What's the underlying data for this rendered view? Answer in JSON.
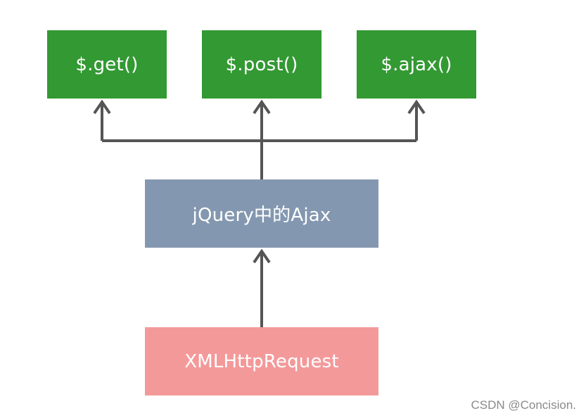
{
  "colors": {
    "green_box": "#339933",
    "jquery_box": "#8497b0",
    "xhr_box": "#f4999a",
    "arrow": "#555555",
    "box_text": "#ffffff",
    "watermark_text": "#8a8a8a"
  },
  "diagram": {
    "top_nodes": [
      {
        "label": "$.get()"
      },
      {
        "label": "$.post()"
      },
      {
        "label": "$.ajax()"
      }
    ],
    "middle_node": {
      "label": "jQuery中的Ajax"
    },
    "bottom_node": {
      "label": "XMLHttpRequest"
    },
    "edges": [
      {
        "from": "XMLHttpRequest",
        "to": "jQuery中的Ajax"
      },
      {
        "from": "jQuery中的Ajax",
        "to": "$.get()"
      },
      {
        "from": "jQuery中的Ajax",
        "to": "$.post()"
      },
      {
        "from": "jQuery中的Ajax",
        "to": "$.ajax()"
      }
    ]
  },
  "watermark": "CSDN @Concision."
}
